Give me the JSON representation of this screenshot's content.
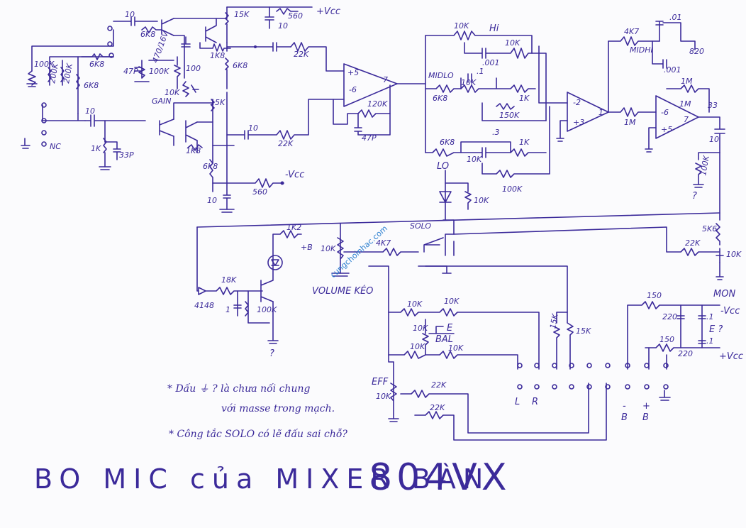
{
  "watermark": "cungchoinhac.com",
  "title_left": "BO MIC của MIXER BÀN",
  "title_right": "804VX",
  "notes": [
    "* Dấu ⏚ ? là chưa nối chung",
    "với masse trong mạch.",
    "* Công tắc SOLO có lẽ đấu sai chỗ?"
  ],
  "labels": {
    "c10_top": "10",
    "r6k8_a": "6K8",
    "r15k_top": "15K",
    "r560_top": "560",
    "vcc_pos": "+Vcc",
    "c10_b": "10",
    "c470": "470/16V",
    "r100k_a": "100K",
    "r100": "100",
    "c47p": "47P",
    "r1k8": "1K8",
    "r6k8_b": "6K8",
    "gain": "GAIN",
    "r10k_gain": "10K",
    "r100k_in": "100K",
    "r200k_a": "200K",
    "r200k_b": "200K",
    "r6k8_c": "6K8",
    "r6k8_d": "6K8",
    "c10_in": "10",
    "nc": "NC",
    "r1k_in": "1K",
    "c33p": "33P",
    "r15k_mid": "15K",
    "r1k8_b": "1K8",
    "r6k8_e": "6K8",
    "r10_bot": "10",
    "r560_bot": "560",
    "vcc_neg": "-Vcc",
    "c10_mid": "10",
    "r22k_mid": "22K",
    "r22k_top": "22K",
    "op_plus5": "+5",
    "op_minus6": "-6",
    "op_7": "7",
    "r120k": "120K",
    "c47p_b": "47P",
    "hi_10k": "10K",
    "hi": "Hi",
    "hi_c": ".001",
    "midlo": "MIDLO",
    "midlo_c": ".1",
    "midlo_10k": "10K",
    "midlo_6k8": "6K8",
    "midlo_1k": "1K",
    "r150k": "150K",
    "lo_6k8": "6K8",
    "lo_c": ".3",
    "lo_1k": "1K",
    "lo_10k": "10K",
    "lo": "LO",
    "r100k_fb": "100K",
    "op2_m2": "-2",
    "op2_p3": "+3",
    "op2_1": "1",
    "r1m": "1M",
    "midhi_4k7": "4K7",
    "midhi_c01": ".01",
    "midhi": "MIDHI",
    "r820": "820",
    "midhi_c001": ".001",
    "op3_m6": "-6",
    "op3_p5": "+5",
    "op3_7": "7",
    "r1m_b": "1M",
    "r1m_c": "1M",
    "r33": "33",
    "c10_out": "10",
    "r100k_out": "100K",
    "q_mark_1": "?",
    "r10k_led": "10K",
    "r5k6": "5K6",
    "r22k_mon": "22K",
    "r10k_mon": "10K",
    "mon": "MON",
    "r1k2": "1K2",
    "plus_b": "+B",
    "r10k_vol": "10K",
    "r4k7": "4K7",
    "solo": "SOLO",
    "volume": "VOLUME KÉO",
    "d4148": "4148",
    "r18k": "18K",
    "c1": "1",
    "r100k_q": "100K",
    "q_mark_2": "?",
    "bal_10k_a": "10K",
    "bal_10k_b": "10K",
    "bal_10k_c": "10K",
    "bal_10k_d": "10K",
    "bal_10k_pot": "10K",
    "bal": "BAL",
    "bal_e": "E",
    "r15k_s1": "15K",
    "r15k_s2": "15K",
    "eff": "EFF",
    "eff_10k": "10K",
    "eff_22k_a": "22K",
    "eff_22k_b": "22K",
    "pin_l": "L",
    "pin_r": "R",
    "r150_a": "150",
    "r150_b": "150",
    "c220_a": "220",
    "c220_b": "220",
    "c_point1_a": ".1",
    "c_point1_b": ".1",
    "vcc_neg_r": "-Vcc",
    "e_q": "E ?",
    "vcc_pos_r": "+Vcc",
    "pin_minus_b": "-",
    "pin_b1": "B",
    "pin_plus_b": "+",
    "pin_b2": "B"
  }
}
